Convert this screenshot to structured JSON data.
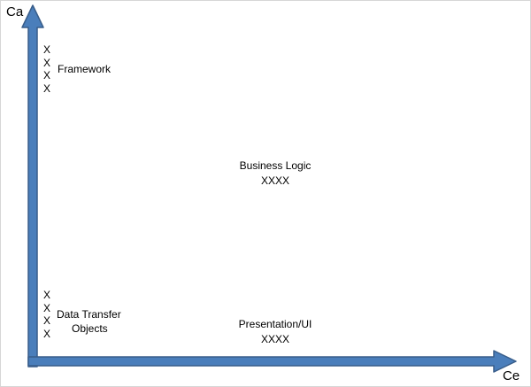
{
  "axes": {
    "y_label": "Ca",
    "x_label": "Ce"
  },
  "clusters": {
    "framework": {
      "marks": [
        "X",
        "X",
        "X",
        "X"
      ],
      "label": "Framework"
    },
    "business_logic": {
      "label": "Business Logic",
      "marks": "XXXX"
    },
    "data_transfer_objects": {
      "marks": [
        "X",
        "X",
        "X",
        "X"
      ],
      "label_line1": "Data Transfer",
      "label_line2": "Objects"
    },
    "presentation_ui": {
      "label": "Presentation/UI",
      "marks": "XXXX"
    }
  },
  "colors": {
    "arrow_fill": "#4a7ebb",
    "arrow_stroke": "#385d8a"
  }
}
